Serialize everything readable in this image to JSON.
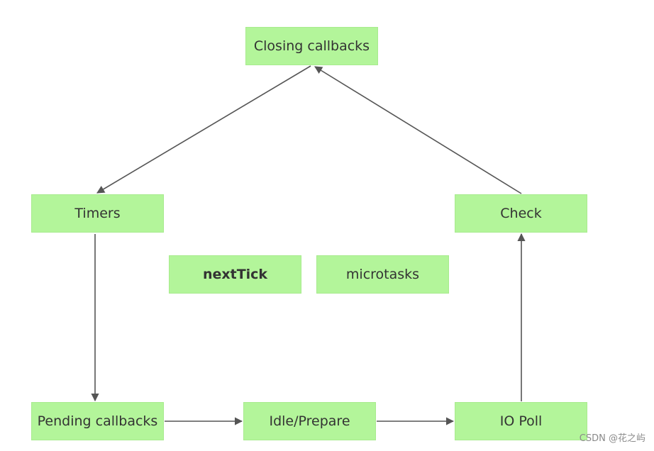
{
  "nodes": {
    "closing": "Closing callbacks",
    "timers": "Timers",
    "check": "Check",
    "nexttick": "nextTick",
    "microtasks": "microtasks",
    "pending": "Pending callbacks",
    "idle": "Idle/Prepare",
    "iopoll": "IO Poll"
  },
  "edges": [
    {
      "from": "closing",
      "to": "timers"
    },
    {
      "from": "timers",
      "to": "pending"
    },
    {
      "from": "pending",
      "to": "idle"
    },
    {
      "from": "idle",
      "to": "iopoll"
    },
    {
      "from": "iopoll",
      "to": "check"
    },
    {
      "from": "check",
      "to": "closing"
    }
  ],
  "colors": {
    "node_fill": "#b3f59a",
    "edge": "#555555",
    "text": "#333333"
  },
  "watermark": "CSDN @花之屿"
}
